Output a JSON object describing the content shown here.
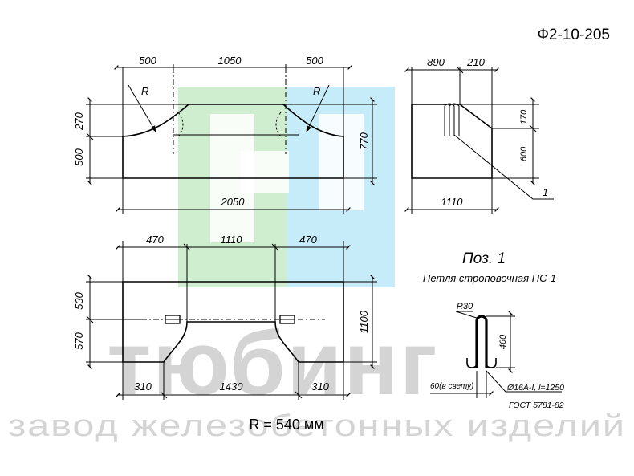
{
  "drawing_code": "Ф2-10-205",
  "watermark": {
    "brand": "тюбинг",
    "tagline": "завод железобетонных изделий",
    "colors": {
      "green": "#cfeecf",
      "cyan": "#c6ecf9",
      "gray": "#d4d4d4"
    }
  },
  "front_view": {
    "top_dims": [
      "500",
      "1050",
      "500"
    ],
    "left_dims": [
      "270",
      "500"
    ],
    "right_dim": "770",
    "bottom_dim": "2050",
    "radius_labels": [
      "R",
      "R"
    ]
  },
  "side_view": {
    "top_dims": [
      "890",
      "210"
    ],
    "right_dims": [
      "170",
      "600"
    ],
    "bottom_dim": "1110",
    "callout": "1"
  },
  "plan_view": {
    "top_dims": [
      "470",
      "1110",
      "470"
    ],
    "left_dims": [
      "530",
      "570"
    ],
    "right_dim": "1100",
    "bottom_dims": [
      "310",
      "1430",
      "310"
    ]
  },
  "detail": {
    "title": "Поз. 1",
    "subtitle": "Петля строповочная ПС-1",
    "radius": "R30",
    "height": "460",
    "gap": "60(в свету)",
    "rebar": "Ø16А-I, l=1250",
    "standard": "ГОСТ 5781-82"
  },
  "radius_note": "R = 540 мм"
}
